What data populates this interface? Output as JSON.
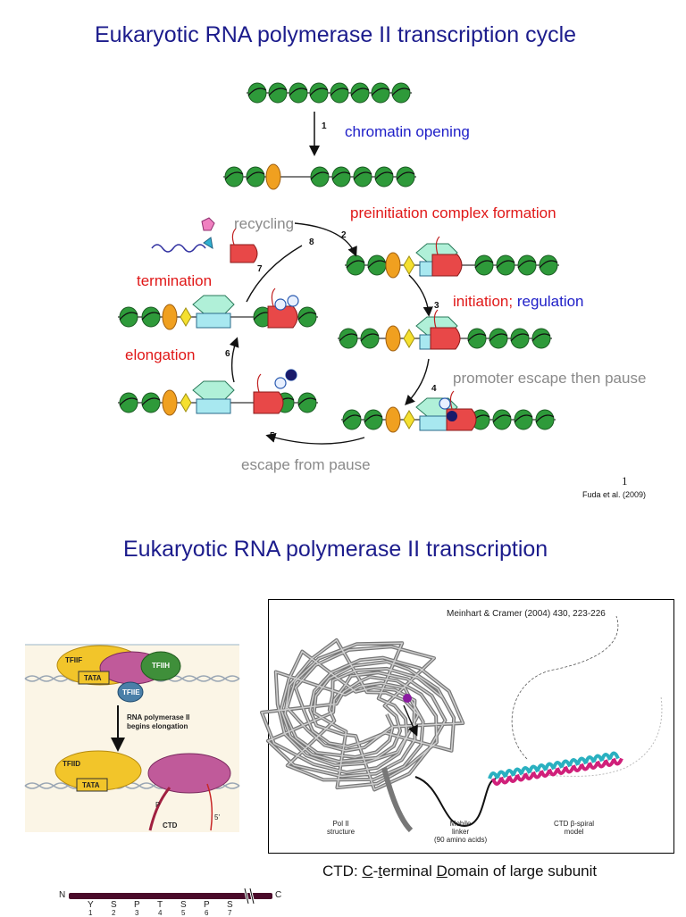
{
  "slide1": {
    "title": "Eukaryotic RNA polymerase II transcription cycle",
    "labels": {
      "chromatin_opening": "chromatin opening",
      "recycling": "recycling",
      "pic_formation": "preinitiation complex formation",
      "termination": "termination",
      "initiation": "initiation;",
      "regulation": "regulation",
      "elongation": "elongation",
      "promoter_escape": "promoter escape then pause",
      "escape_pause": "escape from pause"
    },
    "steps": [
      "1",
      "2",
      "3",
      "4",
      "5",
      "6",
      "7",
      "8"
    ],
    "page_number": "1",
    "citation": "Fuda et al. (2009)"
  },
  "slide2": {
    "title": "Eukaryotic RNA polymerase II transcription",
    "left_figure": {
      "tfiif": "TFIIF",
      "tfiih": "TFIIH",
      "tata1": "TATA",
      "tfiie": "TFIIE",
      "arrow_line1": "RNA polymerase II",
      "arrow_line2": "begins elongation",
      "tfiid": "TFIID",
      "tata2": "TATA",
      "ctd": "CTD",
      "five_prime": "5'",
      "p": "P"
    },
    "right_figure": {
      "citation": "Meinhart  &  Cramer (2004) 430, 223-226",
      "pol2_line1": "Pol II",
      "pol2_line2": "structure",
      "linker_line1": "Mobile",
      "linker_line2": "linker",
      "linker_line3": "(90 amino acids)",
      "ctd_line1": "CTD β-spiral",
      "ctd_line2": "model"
    },
    "ctd_caption": {
      "prefix": "CTD: ",
      "c": "C",
      "dash": "-",
      "t": "t",
      "erminal": "erminal ",
      "d": "D",
      "rest": "omain of large subunit"
    },
    "sequence": {
      "n_terminus": "N",
      "c_terminus": "C",
      "residues": [
        "Y",
        "S",
        "P",
        "T",
        "S",
        "P",
        "S"
      ],
      "positions": [
        "1",
        "2",
        "3",
        "4",
        "5",
        "6",
        "7"
      ]
    }
  },
  "colors": {
    "title": "#1c1c8c",
    "red_label": "#e01818",
    "blue_label": "#2020c8",
    "gray_label": "#8a8a8a",
    "nucleosome": "#2e9a3a",
    "polymerase": "#e84848"
  }
}
